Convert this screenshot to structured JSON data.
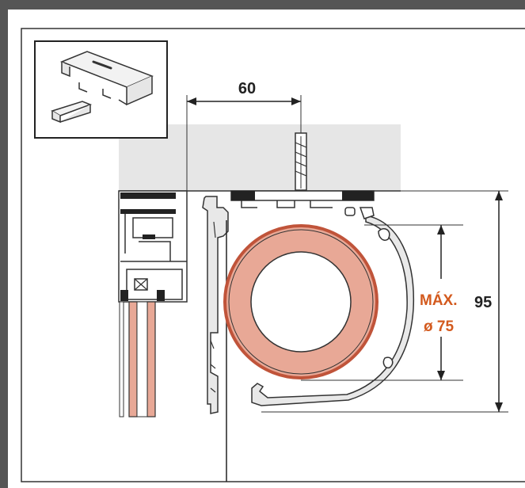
{
  "labels": {
    "top_width": "60",
    "total_height": "95",
    "max_line1": "MÁX.",
    "max_line2": "ø 75"
  },
  "colors": {
    "frame": "#555555",
    "ceiling": "#e6e6e6",
    "roll_outer": "#e8a896",
    "roll_edge": "#c0543a",
    "glass": "#e8a896",
    "accent_text": "#d35a1e",
    "profile": "#e8e8e8",
    "line": "#222222"
  },
  "icons": {
    "inset": "mounting-bracket-icon"
  }
}
